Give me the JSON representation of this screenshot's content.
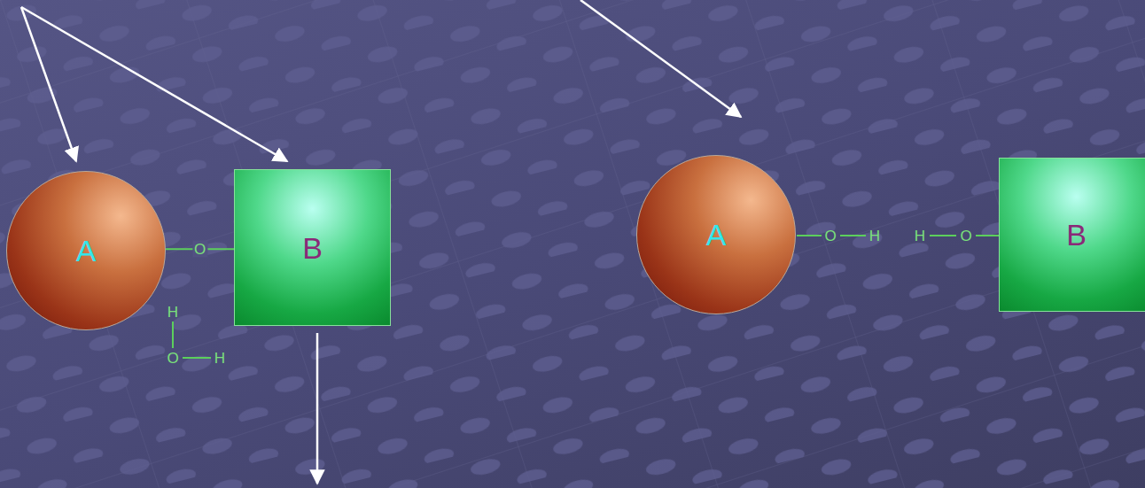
{
  "diagram": {
    "nodes": [
      {
        "text": [
          "A"
        ]
      },
      {
        "text": [
          "B"
        ]
      },
      {
        "text": [
          "A"
        ]
      },
      {
        "text": [
          "B"
        ]
      }
    ],
    "edges": [
      {
        "from": 0,
        "to": 1,
        "arrow": "none",
        "label": "O"
      }
    ],
    "labels": [
      "H",
      "O",
      "H",
      "O",
      "H",
      "H",
      "O"
    ]
  }
}
